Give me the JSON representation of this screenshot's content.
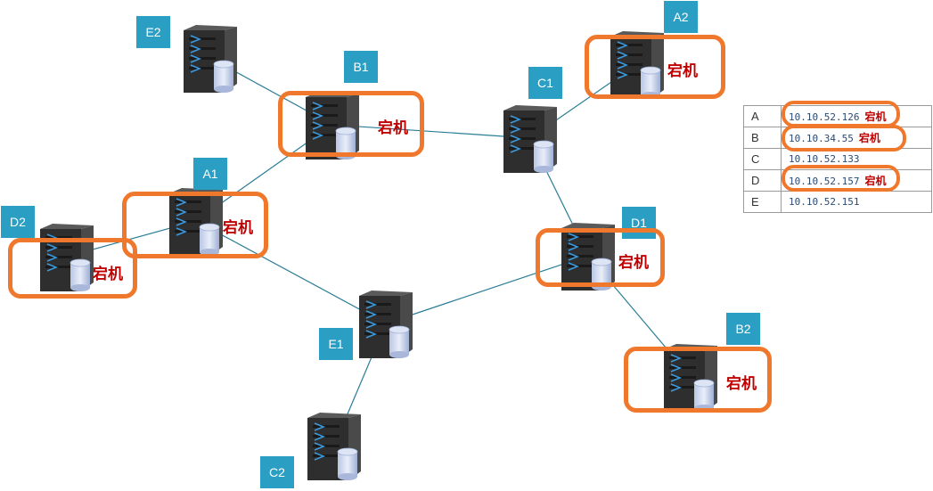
{
  "colors": {
    "tag_bg": "#2b9ec4",
    "highlight": "#f0782c",
    "down_text": "#c00000",
    "link": "#2b7d96",
    "server_body": "#2e2e2e"
  },
  "down_text": "宕机",
  "nodes": [
    {
      "id": "E2",
      "label": "E2",
      "down": false
    },
    {
      "id": "B1",
      "label": "B1",
      "down": true
    },
    {
      "id": "A2",
      "label": "A2",
      "down": true
    },
    {
      "id": "C1",
      "label": "C1",
      "down": false
    },
    {
      "id": "A1",
      "label": "A1",
      "down": true
    },
    {
      "id": "D2",
      "label": "D2",
      "down": true
    },
    {
      "id": "D1",
      "label": "D1",
      "down": true
    },
    {
      "id": "E1",
      "label": "E1",
      "down": false
    },
    {
      "id": "B2",
      "label": "B2",
      "down": true
    },
    {
      "id": "C2",
      "label": "C2",
      "down": false
    }
  ],
  "links": [
    {
      "from": "B1",
      "to": "E2"
    },
    {
      "from": "A1",
      "to": "B1"
    },
    {
      "from": "B1",
      "to": "C1"
    },
    {
      "from": "C1",
      "to": "A2"
    },
    {
      "from": "A1",
      "to": "D2"
    },
    {
      "from": "A1",
      "to": "E1"
    },
    {
      "from": "D1",
      "to": "E1"
    },
    {
      "from": "C1",
      "to": "D1"
    },
    {
      "from": "D1",
      "to": "B2"
    },
    {
      "from": "E1",
      "to": "C2"
    }
  ],
  "ip_table": [
    {
      "key": "A",
      "ip": "10.10.52.126",
      "down": true
    },
    {
      "key": "B",
      "ip": "10.10.34.55",
      "down": true
    },
    {
      "key": "C",
      "ip": "10.10.52.133",
      "down": false
    },
    {
      "key": "D",
      "ip": "10.10.52.157",
      "down": true
    },
    {
      "key": "E",
      "ip": "10.10.52.151",
      "down": false
    }
  ]
}
